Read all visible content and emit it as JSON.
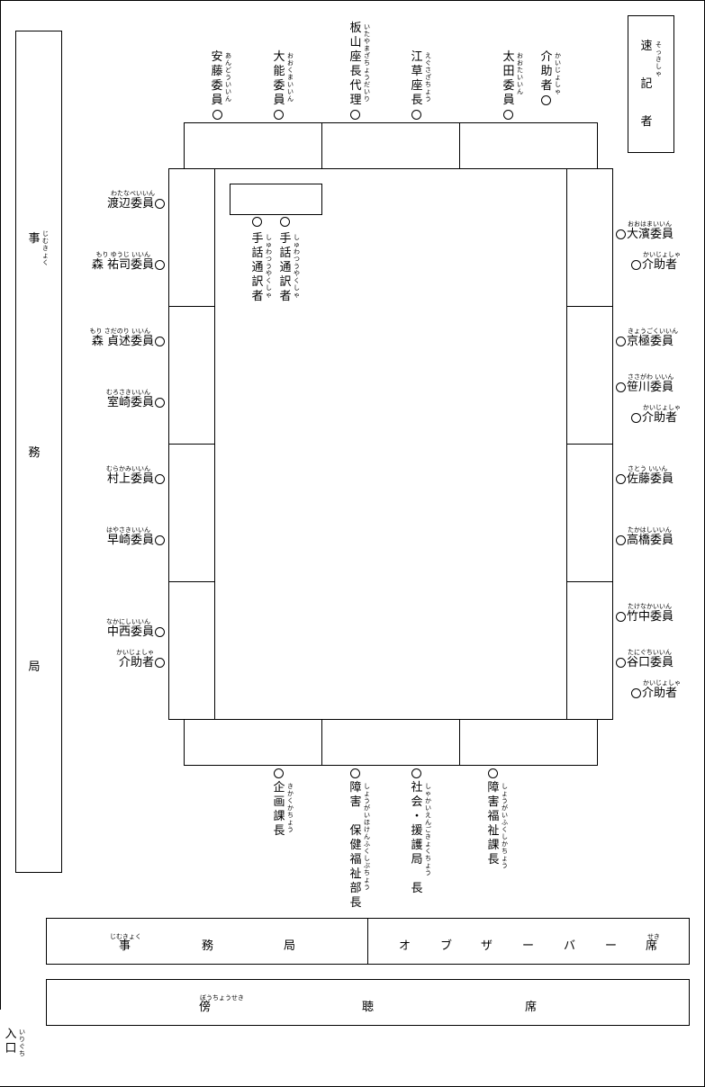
{
  "secretariat_side": {
    "label": [
      "事",
      "務",
      "局"
    ],
    "ruby": "じむきょく"
  },
  "stenographer": {
    "label": [
      "速",
      "記",
      "者"
    ],
    "ruby": "そっきしゃ"
  },
  "top_seats": [
    {
      "id": "ando",
      "label": [
        "安",
        "藤",
        "委",
        "員"
      ],
      "ruby": "あんどう いいん"
    },
    {
      "id": "ohno",
      "label": [
        "大",
        "能",
        "委",
        "員"
      ],
      "ruby": "おおくま いいん"
    },
    {
      "id": "itayama",
      "label": [
        "板",
        "山",
        "座",
        "長",
        "代",
        "理"
      ],
      "ruby": "いたやまざちょうだいり"
    },
    {
      "id": "ezoe",
      "label": [
        "江",
        "草",
        "座",
        "長"
      ],
      "ruby": "えぐさ ざちょう"
    },
    {
      "id": "ota",
      "label": [
        "太",
        "田",
        "委",
        "員"
      ],
      "ruby": "おおた いいん"
    },
    {
      "id": "top-assistant",
      "label": [
        "介",
        "助",
        "者"
      ],
      "ruby": "かいじょしゃ"
    }
  ],
  "left_seats": [
    {
      "id": "watanabe",
      "label": "渡辺委員",
      "ruby": "わたなべいいん"
    },
    {
      "id": "mori-yuji",
      "label": "森 祐司委員",
      "ruby": "もり ゆうじ いいん"
    },
    {
      "id": "mori-sadanori",
      "label": "森 貞述委員",
      "ruby": "もり さだのり いいん"
    },
    {
      "id": "murosaki",
      "label": "室崎委員",
      "ruby": "むろさきいいん"
    },
    {
      "id": "murakami",
      "label": "村上委員",
      "ruby": "むらかみいいん"
    },
    {
      "id": "hayasaki",
      "label": "早崎委員",
      "ruby": "はやさきいいん"
    },
    {
      "id": "nakanishi",
      "label": "中西委員",
      "ruby": "なかにしいいん"
    },
    {
      "id": "left-assistant",
      "label": "介助者",
      "ruby": "かいじょしゃ"
    }
  ],
  "right_seats": [
    {
      "id": "ohama",
      "label": "大濱委員",
      "ruby": "おおはまいいん"
    },
    {
      "id": "right-assistant-1",
      "label": "介助者",
      "ruby": "かいじょしゃ"
    },
    {
      "id": "kyogoku",
      "label": "京極委員",
      "ruby": "きょうごくいいん"
    },
    {
      "id": "sasagawa",
      "label": "笹川委員",
      "ruby": "ささがわ いいん"
    },
    {
      "id": "right-assistant-2",
      "label": "介助者",
      "ruby": "かいじょしゃ"
    },
    {
      "id": "sato",
      "label": "佐藤委員",
      "ruby": "さとう いいん"
    },
    {
      "id": "takahashi",
      "label": "高橋委員",
      "ruby": "たかはしいいん"
    },
    {
      "id": "takenaka",
      "label": "竹中委員",
      "ruby": "たけなかいいん"
    },
    {
      "id": "taniguchi",
      "label": "谷口委員",
      "ruby": "たにぐちいいん"
    },
    {
      "id": "right-assistant-3",
      "label": "介助者",
      "ruby": "かいじょしゃ"
    }
  ],
  "interpreters": [
    {
      "id": "interpreter-1",
      "label": [
        "手",
        "話",
        "通",
        "訳",
        "者"
      ],
      "ruby": "しゅわ つうやくしゃ"
    },
    {
      "id": "interpreter-2",
      "label": [
        "手",
        "話",
        "通",
        "訳",
        "者"
      ],
      "ruby": "しゅわ つうやくしゃ"
    }
  ],
  "bottom_seats": [
    {
      "id": "kikaku",
      "label": [
        "企",
        "画",
        "課",
        "長"
      ],
      "ruby": "きかく かちょう"
    },
    {
      "id": "hoken",
      "label": [
        "障",
        "害",
        " ",
        "保",
        "健",
        "福",
        "祉",
        "部",
        "長"
      ],
      "ruby": "しょうがい ほけん ふくし ぶちょう"
    },
    {
      "id": "engo",
      "label": [
        "社",
        "会",
        "・",
        "援",
        "護",
        "局",
        " ",
        "長"
      ],
      "ruby": "しゃかい えんご きょく ちょう"
    },
    {
      "id": "fukushi",
      "label": [
        "障",
        "害",
        "福",
        "祉",
        "課",
        "長"
      ],
      "ruby": "しょうがいふくしか ちょう"
    }
  ],
  "rows": {
    "secretariat": {
      "label": [
        "事",
        "務",
        "局"
      ],
      "ruby": "じむきょく"
    },
    "observer": {
      "label": [
        "オ",
        "ブ",
        "ザ",
        "ー",
        "バ",
        "ー",
        "席"
      ],
      "ruby": "せき"
    },
    "gallery": {
      "label": [
        "傍",
        "聴",
        "席"
      ],
      "ruby": "ぼうちょうせき"
    }
  },
  "entrance": {
    "label": [
      "入",
      "口"
    ],
    "ruby": "いりぐち"
  }
}
